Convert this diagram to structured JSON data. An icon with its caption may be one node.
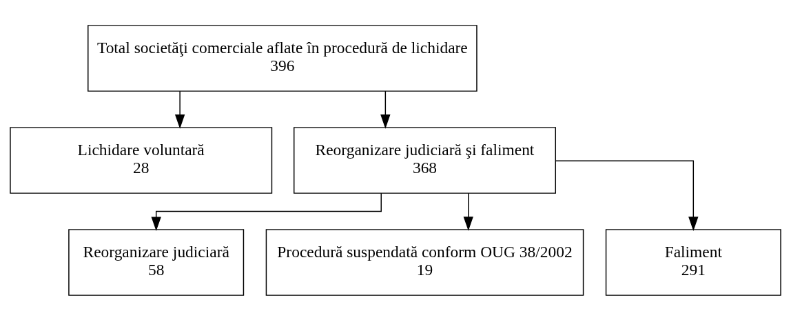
{
  "diagram": {
    "nodes": [
      {
        "text": [
          "Total societăţi comerciale aflate în procedură de lichidare",
          "396"
        ]
      },
      {
        "text": [
          "Lichidare voluntară",
          "28"
        ]
      },
      {
        "text": [
          "Reorganizare judiciară şi faliment",
          "368"
        ]
      },
      {
        "text": [
          "Reorganizare judiciară",
          "58"
        ]
      },
      {
        "text": [
          "Procedură suspendată conform OUG 38/2002",
          "19"
        ]
      },
      {
        "text": [
          "Faliment",
          "291"
        ]
      }
    ],
    "edges": [
      {
        "from": 0,
        "to": 1,
        "arrow": "to"
      },
      {
        "from": 0,
        "to": 2,
        "arrow": "to"
      },
      {
        "from": 2,
        "to": 3,
        "arrow": "to"
      },
      {
        "from": 2,
        "to": 4,
        "arrow": "to"
      },
      {
        "from": 2,
        "to": 5,
        "arrow": "to"
      }
    ]
  }
}
